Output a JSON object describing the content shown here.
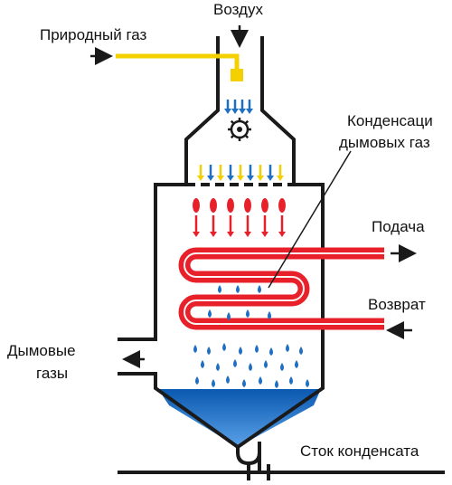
{
  "labels": {
    "air": "Воздух",
    "natural_gas": "Природный газ",
    "flue_condensation_line1": "Конденсаци",
    "flue_condensation_line2": "дымовых газ",
    "supply": "Подача",
    "return": "Возврат",
    "flue_gases_line1": "Дымовые",
    "flue_gases_line2": "газы",
    "condensate_drain": "Сток конденсата"
  },
  "colors": {
    "outline": "#1a1a1a",
    "gas": "#f5d000",
    "air_arrow": "#1f6fc2",
    "flame": "#e8202a",
    "coil": "#e8202a",
    "droplet": "#1f6fc2",
    "condensate": "#1f5fb8"
  },
  "icons": [
    "fan-icon"
  ]
}
